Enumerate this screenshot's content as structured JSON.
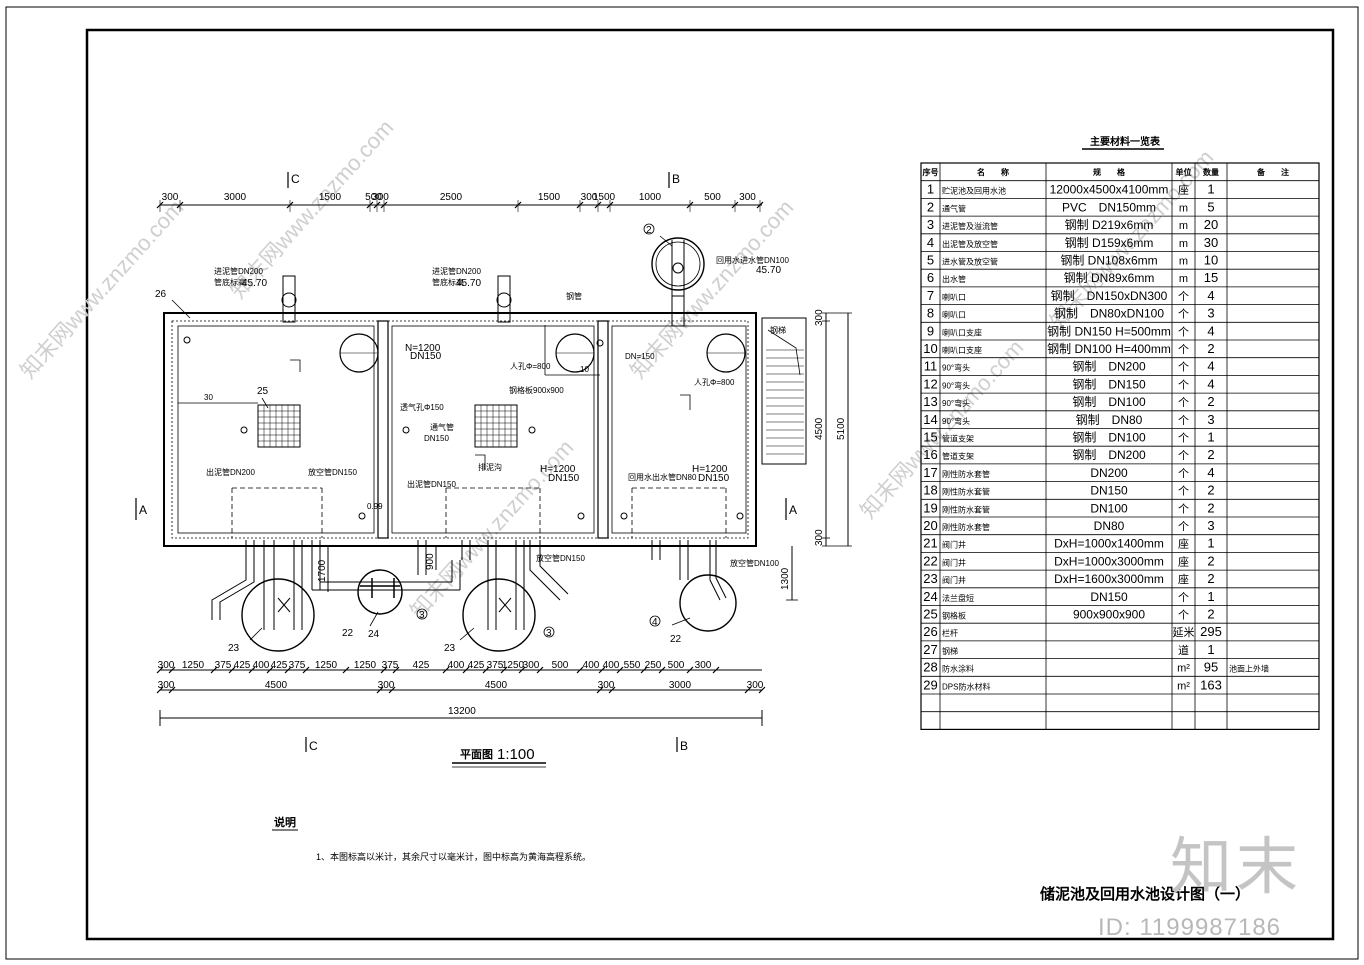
{
  "title_block": {
    "drawing_title": "储泥池及回用水池设计图（一）",
    "brand": "知末",
    "id_text": "ID: 1199987186"
  },
  "plan": {
    "title": "平面图",
    "scale": "1:100",
    "section_marks": [
      "C",
      "B",
      "A",
      "A",
      "C",
      "B"
    ],
    "top_dims": [
      "300",
      "3000",
      "1500",
      "500",
      "300",
      "2500",
      "1500",
      "300",
      "1500",
      "1000",
      "500",
      "300"
    ],
    "side_dims": [
      "300",
      "4500",
      "300",
      "5100",
      "1300",
      "1700",
      "900"
    ],
    "bottom_dims_row1": [
      "300",
      "1250",
      "375",
      "425",
      "400",
      "425",
      "375",
      "1250",
      "1250",
      "375",
      "425",
      "400",
      "425",
      "375",
      "1250",
      "300",
      "500",
      "400",
      "400",
      "550",
      "250",
      "500",
      "300"
    ],
    "bottom_dims_row2": [
      "300",
      "4500",
      "300",
      "4500",
      "300",
      "3000",
      "300"
    ],
    "bottom_total": "13200",
    "callouts": [
      "26",
      "25",
      "23",
      "22",
      "24",
      "3",
      "23",
      "3",
      "4",
      "22",
      "2"
    ],
    "labels": {
      "inlet1": "进泥管DN200",
      "elev1_label": "管底标高",
      "elev1": "45.70",
      "inlet2": "进泥管DN200",
      "elev2_label": "管底标高",
      "elev2": "45.70",
      "inlet3": "回用水进水管DN100",
      "elev3": "45.70",
      "pipe_label": "钢管",
      "n1200_1": "N=1200",
      "dn150_1": "DN150",
      "manhole1": "人孔Φ=800",
      "dn150_2": "DN=150",
      "manhole2": "人孔Φ=800",
      "grate": "钢格板900x900",
      "vent": "通气管",
      "vent_dn": "DN150",
      "dim30": "30",
      "dim10": "10",
      "hole150": "透气孔Φ150",
      "outlet_label": "出泥管DN200",
      "overflow_label": "放空管DN150",
      "h1200_1": "H=1200",
      "dn150_3": "DN150",
      "outlet2": "出泥管DN150",
      "drain": "排泥沟",
      "h1200_2": "H=1200",
      "dn150_4": "DN150",
      "outlet3": "回用水出水管DN80",
      "dn150_5": "放空管DN150",
      "dn150_6": "放空管DN150",
      "dn100_out": "放空管DN100",
      "dim099": "0.99",
      "stair_label": "钢梯"
    }
  },
  "materials_table": {
    "title": "主要材料一览表",
    "headers": [
      "序号",
      "名　　称",
      "规　　格",
      "单位",
      "数量",
      "备　　注"
    ],
    "rows": [
      [
        "1",
        "贮泥池及回用水池",
        "12000x4500x4100mm",
        "座",
        "1",
        ""
      ],
      [
        "2",
        "通气管",
        "PVC　DN150mm",
        "m",
        "5",
        ""
      ],
      [
        "3",
        "进泥管及溢流管",
        "钢制 D219x6mm",
        "m",
        "20",
        ""
      ],
      [
        "4",
        "出泥管及放空管",
        "钢制 D159x6mm",
        "m",
        "30",
        ""
      ],
      [
        "5",
        "进水管及放空管",
        "钢制 DN108x6mm",
        "m",
        "10",
        ""
      ],
      [
        "6",
        "出水管",
        "钢制 DN89x6mm",
        "m",
        "15",
        ""
      ],
      [
        "7",
        "喇叭口",
        "钢制　DN150xDN300",
        "个",
        "4",
        ""
      ],
      [
        "8",
        "喇叭口",
        "钢制　DN80xDN100",
        "个",
        "3",
        ""
      ],
      [
        "9",
        "喇叭口支座",
        "钢制 DN150 H=500mm",
        "个",
        "4",
        ""
      ],
      [
        "10",
        "喇叭口支座",
        "钢制 DN100 H=400mm",
        "个",
        "2",
        ""
      ],
      [
        "11",
        "90°弯头",
        "钢制　DN200",
        "个",
        "4",
        ""
      ],
      [
        "12",
        "90°弯头",
        "钢制　DN150",
        "个",
        "4",
        ""
      ],
      [
        "13",
        "90°弯头",
        "钢制　DN100",
        "个",
        "2",
        ""
      ],
      [
        "14",
        "90°弯头",
        "钢制　DN80",
        "个",
        "3",
        ""
      ],
      [
        "15",
        "管道支架",
        "钢制　DN100",
        "个",
        "1",
        ""
      ],
      [
        "16",
        "管道支架",
        "钢制　DN200",
        "个",
        "2",
        ""
      ],
      [
        "17",
        "刚性防水套管",
        "DN200",
        "个",
        "4",
        ""
      ],
      [
        "18",
        "刚性防水套管",
        "DN150",
        "个",
        "2",
        ""
      ],
      [
        "19",
        "刚性防水套管",
        "DN100",
        "个",
        "2",
        ""
      ],
      [
        "20",
        "刚性防水套管",
        "DN80",
        "个",
        "3",
        ""
      ],
      [
        "21",
        "阀门井",
        "DxH=1000x1400mm",
        "座",
        "1",
        ""
      ],
      [
        "22",
        "阀门井",
        "DxH=1000x3000mm",
        "座",
        "2",
        ""
      ],
      [
        "23",
        "阀门井",
        "DxH=1600x3000mm",
        "座",
        "2",
        ""
      ],
      [
        "24",
        "法兰盘短",
        "DN150",
        "个",
        "1",
        ""
      ],
      [
        "25",
        "钢格板",
        "900x900x900",
        "个",
        "2",
        ""
      ],
      [
        "26",
        "栏杆",
        "",
        "延米",
        "295",
        ""
      ],
      [
        "27",
        "钢梯",
        "",
        "道",
        "1",
        ""
      ],
      [
        "28",
        "防水涂料",
        "",
        "m²",
        "95",
        "池面上外墙"
      ],
      [
        "29",
        "DPS防水材料",
        "",
        "m²",
        "163",
        ""
      ],
      [
        "",
        "",
        "",
        "",
        "",
        ""
      ],
      [
        "",
        "",
        "",
        "",
        "",
        ""
      ]
    ]
  },
  "notes": {
    "heading": "说明",
    "item": "1、本图标高以米计，其余尺寸以毫米计，图中标高为黄海高程系统。"
  },
  "watermarks": [
    "知末网www.znzmo.com",
    "知末网www.znzmo.com",
    "知末网www.znzmo.com",
    "知末网www.znzmo.com",
    "知末网www.znzmo.com",
    "知末网www.znzmo.com"
  ]
}
